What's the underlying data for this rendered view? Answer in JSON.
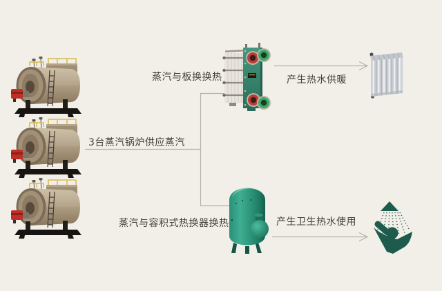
{
  "page": {
    "background_color": "#f2efe9",
    "connector_color": "#b5b1a7",
    "text_color": "#44403a"
  },
  "labels": {
    "boilers_supply": "3台蒸汽锅炉供应蒸汽",
    "plate_exchange": "蒸汽与板换换热",
    "heating_output": "产生热水供暖",
    "volumetric_exchange": "蒸汽与容积式热换器换热",
    "sanitary_output": "产生卫生热水使用"
  },
  "equipment": {
    "boilers": {
      "icon": "steam-boiler-icon",
      "count": 3,
      "body_color": "#b2a086",
      "burner_color": "#bf2f27",
      "railing_color": "#d7ba4d"
    },
    "plate_heat_exchanger": {
      "icon": "plate-heat-exchanger-icon",
      "frame_color": "#38836c",
      "port_ring_colors": [
        "#c23a31",
        "#3da862"
      ]
    },
    "radiator": {
      "icon": "radiator-icon",
      "color": "#cdd1d6"
    },
    "volumetric_heat_exchanger": {
      "icon": "volumetric-tank-icon",
      "color": "#2b9078"
    },
    "shower": {
      "icon": "shower-person-icon",
      "color": "#1d5b4c"
    }
  }
}
